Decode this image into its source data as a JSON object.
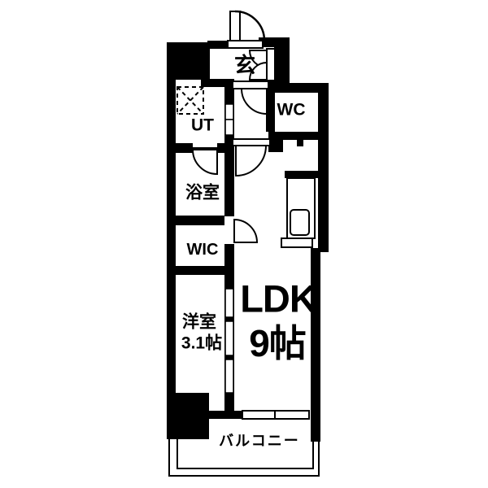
{
  "figure": {
    "type": "floor-plan",
    "style": "japanese-madori",
    "description": "1LDK apartment floor plan, black walls on white background"
  },
  "rooms": {
    "entrance": {
      "label": "玄"
    },
    "utility": {
      "label": "UT"
    },
    "toilet": {
      "label": "WC"
    },
    "bathroom": {
      "label": "浴室"
    },
    "walk_in_closet": {
      "label": "WIC"
    },
    "bedroom": {
      "label": "洋室",
      "size": "3.1帖"
    },
    "ldk": {
      "label": "LDK",
      "size": "9帖"
    },
    "balcony": {
      "label": "バルコニー"
    }
  },
  "fixtures": [
    "entrance-swing-door",
    "shoe-cabinet-double-door",
    "washing-machine-space",
    "bathroom-swing-door",
    "wic-swing-door",
    "hall-swing-door",
    "ldk-swing-door",
    "sliding-door-ut",
    "sliding-door-bedroom",
    "kitchen-counter-with-sink",
    "balcony-window"
  ],
  "colors": {
    "wall": "#000000",
    "floor": "#ffffff",
    "line": "#000000"
  }
}
